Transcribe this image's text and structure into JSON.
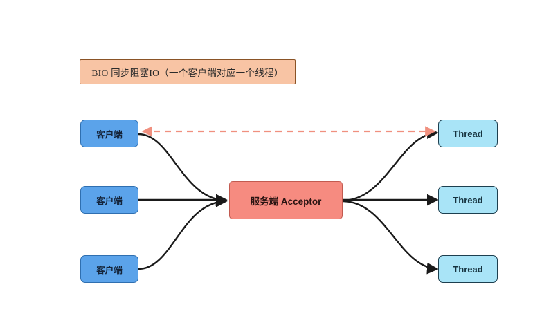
{
  "diagram": {
    "title_banner": {
      "text": "BIO 同步阻塞IO（一个客户端对应一个线程）",
      "fill": "#f8c4a4",
      "stroke": "#8a5326"
    },
    "clients": [
      {
        "label": "客户端"
      },
      {
        "label": "客户端"
      },
      {
        "label": "客户端"
      }
    ],
    "server": {
      "label": "服务端 Acceptor",
      "fill": "#f68b80",
      "stroke": "#c25a50"
    },
    "threads": [
      {
        "label": "Thread"
      },
      {
        "label": "Thread"
      },
      {
        "label": "Thread"
      }
    ],
    "colors": {
      "client_fill": "#5ba3ea",
      "client_stroke": "#2f6fb0",
      "thread_fill": "#a9e4f7",
      "thread_stroke": "#1d3f4f",
      "edge_solid": "#1a1a1a",
      "edge_dashed": "#f0907f",
      "background": "#ffffff"
    },
    "edges": [
      {
        "name": "client-1-to-server",
        "style": "solid",
        "direction": "right"
      },
      {
        "name": "client-2-to-server",
        "style": "solid",
        "direction": "right"
      },
      {
        "name": "client-3-to-server",
        "style": "solid",
        "direction": "right"
      },
      {
        "name": "server-to-thread-1",
        "style": "solid",
        "direction": "right"
      },
      {
        "name": "server-to-thread-2",
        "style": "solid",
        "direction": "right"
      },
      {
        "name": "server-to-thread-3",
        "style": "solid",
        "direction": "right"
      },
      {
        "name": "thread-1-to-client-1-response",
        "style": "dashed",
        "direction": "left"
      }
    ]
  }
}
